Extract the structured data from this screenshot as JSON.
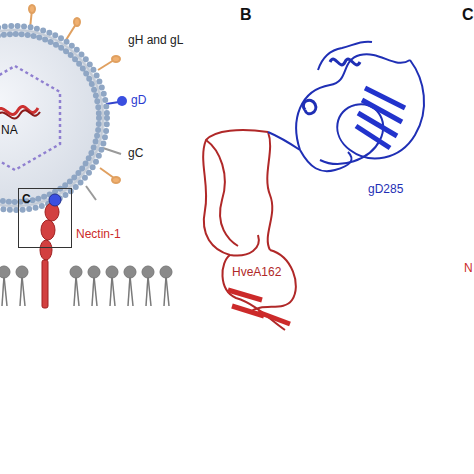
{
  "diagram": {
    "nodes": [
      {
        "text": [
          "C"
        ]
      }
    ],
    "labels": [
      "NA",
      "gH and gL",
      "gD",
      "gC",
      "Nectin-1",
      "B",
      "gD285",
      "HveA162",
      "C",
      "N"
    ]
  }
}
